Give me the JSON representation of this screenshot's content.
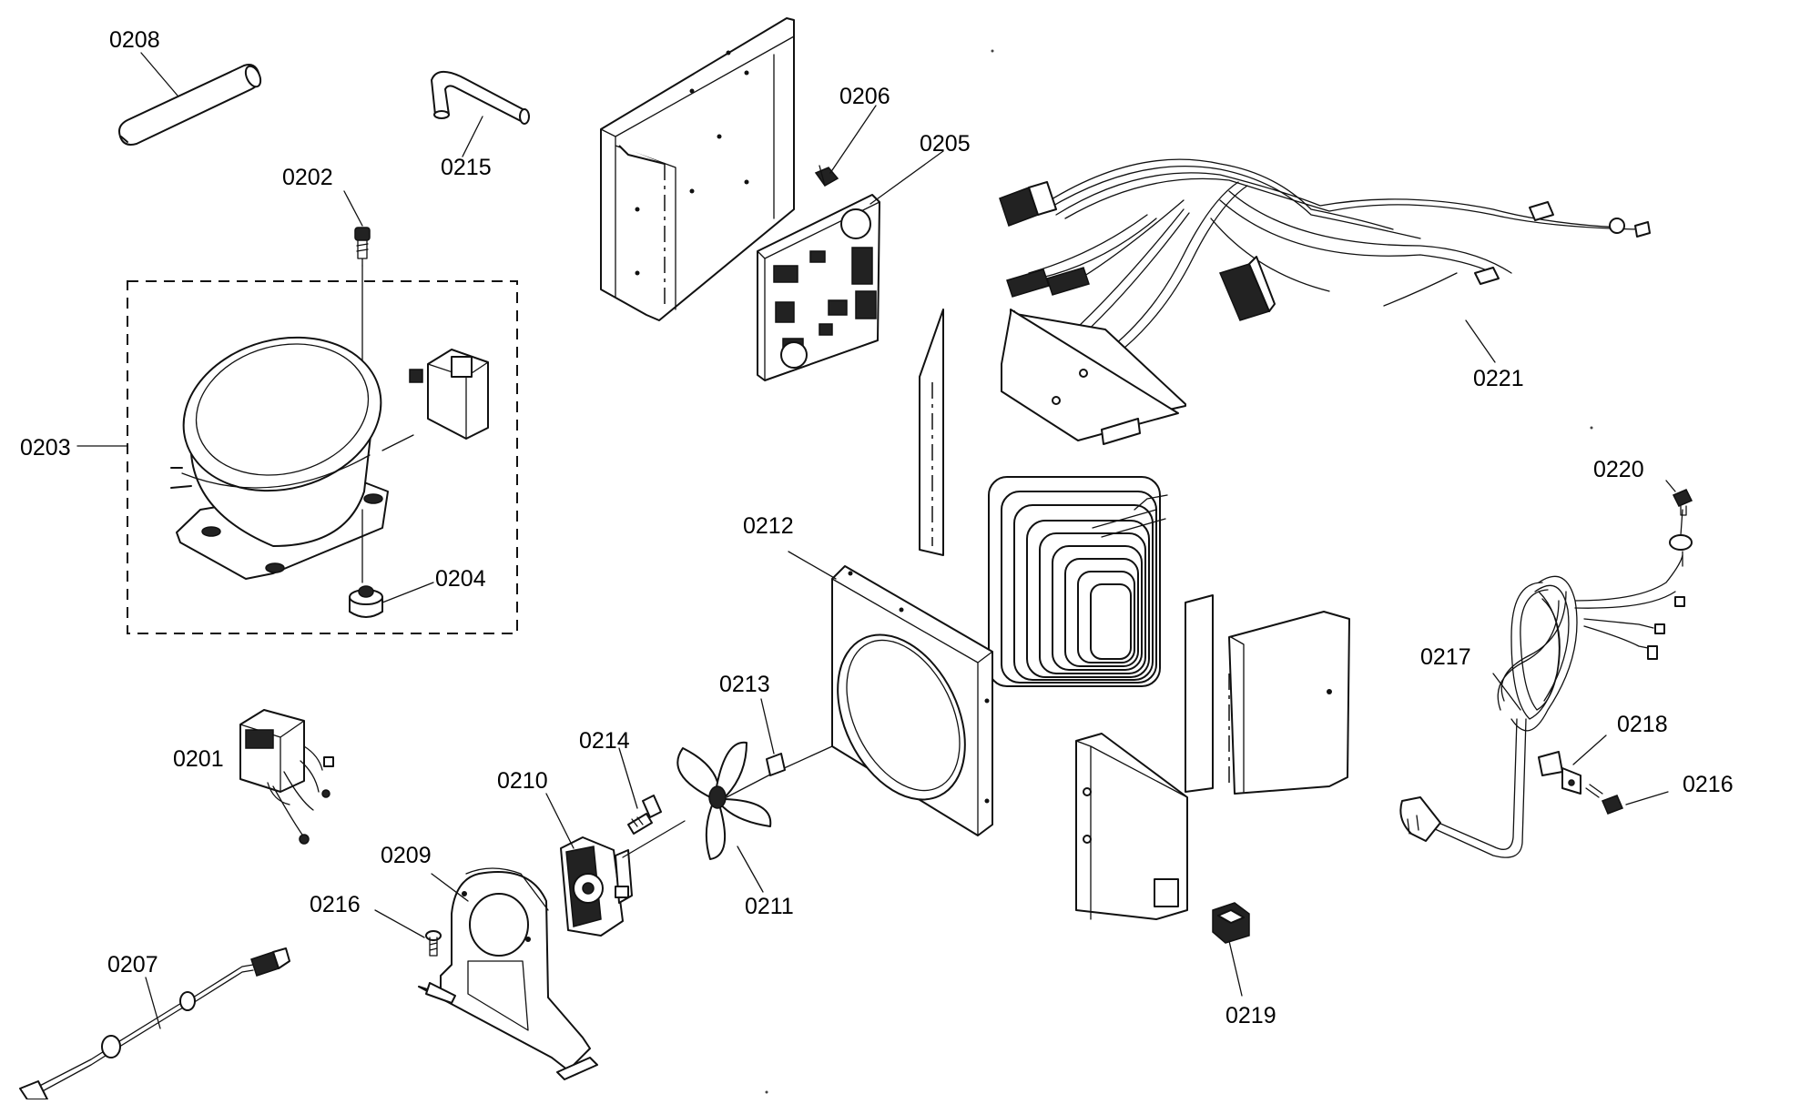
{
  "parts": {
    "p0201": "0201",
    "p0202": "0202",
    "p0203": "0203",
    "p0204": "0204",
    "p0205": "0205",
    "p0206": "0206",
    "p0207": "0207",
    "p0208": "0208",
    "p0209": "0209",
    "p0210": "0210",
    "p0211": "0211",
    "p0212": "0212",
    "p0213": "0213",
    "p0214": "0214",
    "p0215": "0215",
    "p0216a": "0216",
    "p0216b": "0216",
    "p0217": "0217",
    "p0218": "0218",
    "p0219": "0219",
    "p0220": "0220",
    "p0221": "0221"
  }
}
